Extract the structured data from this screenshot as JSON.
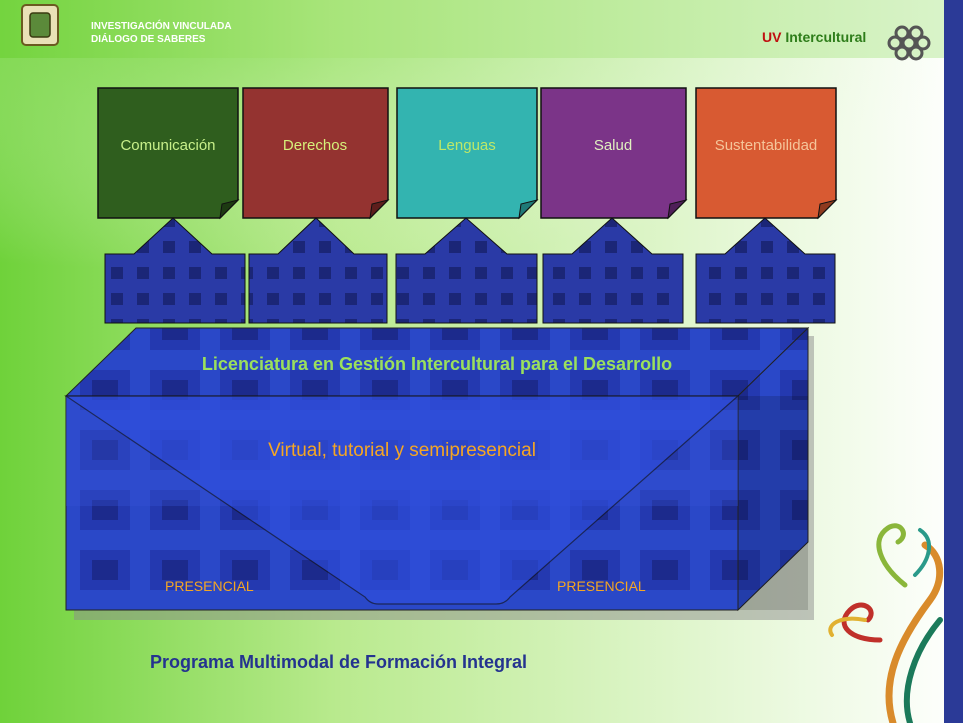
{
  "header": {
    "line1": "INVESTIGACIÓN VINCULADA",
    "line2": "DIÁLOGO DE SABERES",
    "brand_uv": "UV",
    "brand_rest": " Intercultural"
  },
  "areas": [
    {
      "label": "Comunicación",
      "color": "#2f5e1e",
      "text_color": "#c8f08a"
    },
    {
      "label": "Derechos",
      "color": "#943330",
      "text_color": "#d6f07a"
    },
    {
      "label": "Lenguas",
      "color": "#33b4b0",
      "text_color": "#bde868"
    },
    {
      "label": "Salud",
      "color": "#7b3488",
      "text_color": "#e0f0c0"
    },
    {
      "label": "Sustentabilidad",
      "color": "#d85a32",
      "text_color": "#f5c59a"
    }
  ],
  "diagram": {
    "licenciatura": "Licenciatura en Gestión Intercultural para el Desarrollo",
    "virtual": "Virtual, tutorial y semipresencial",
    "presencial_left": "PRESENCIAL",
    "presencial_right": "PRESENCIAL"
  },
  "footer": {
    "title": "Programa Multimodal de Formación Integral"
  },
  "colors": {
    "green_band": "#7fd84a",
    "arrow_blue": "#1f2f9a",
    "block_blue": "#2545c8",
    "title_green": "#9be05c",
    "footer_blue": "#24338f"
  }
}
